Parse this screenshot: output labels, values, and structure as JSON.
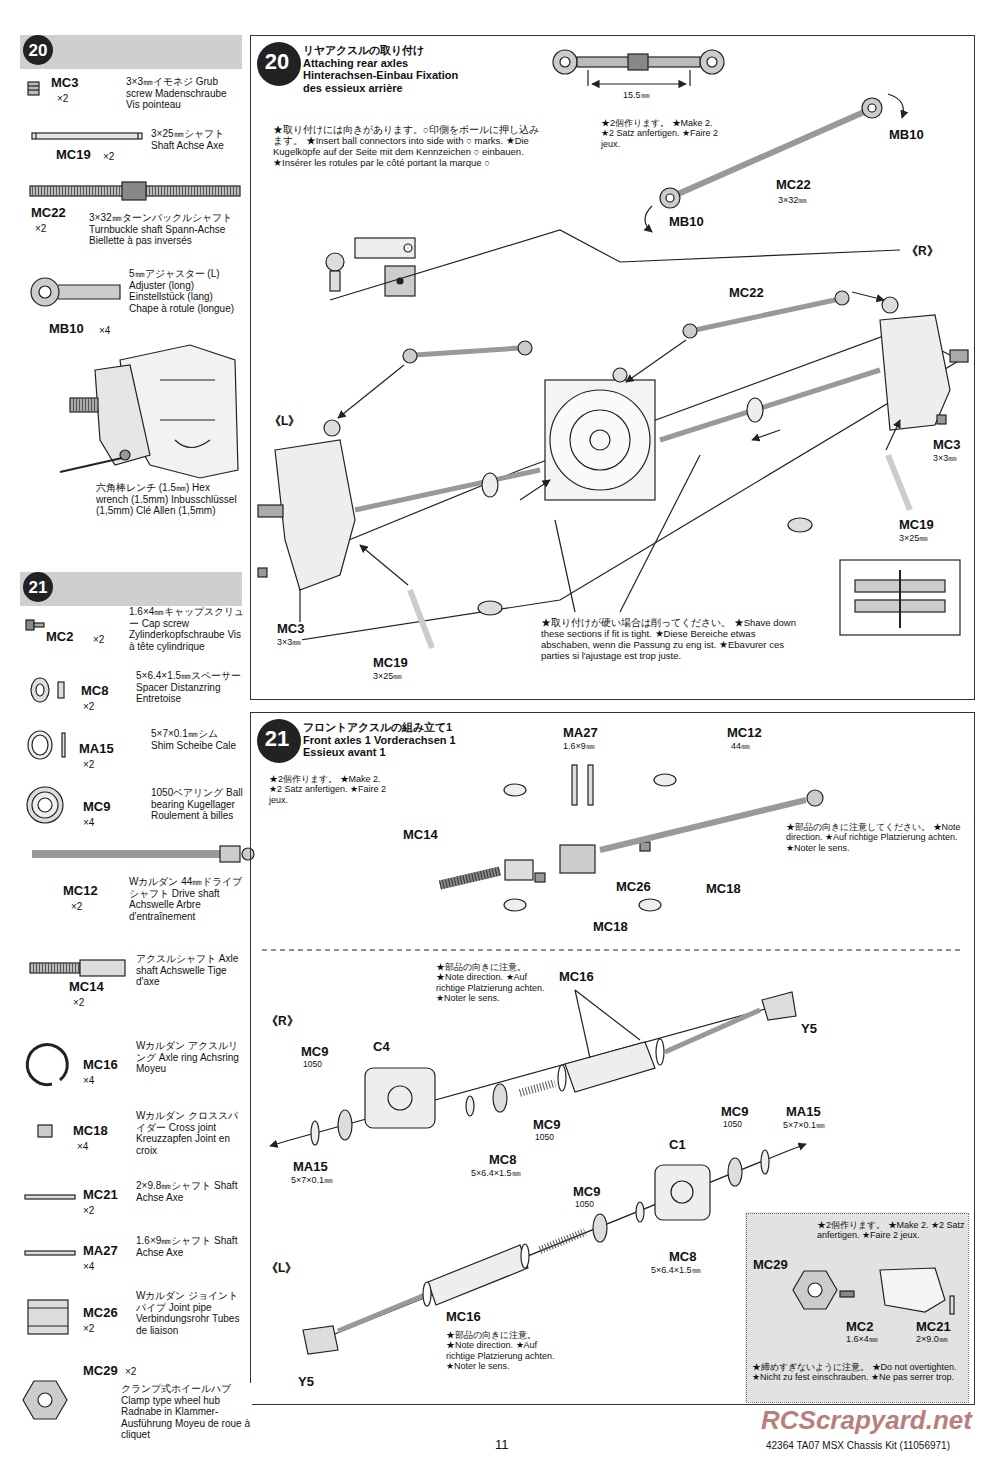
{
  "diagram": {
    "nodes": [
      {
        "text": [
          "20"
        ]
      },
      {
        "text": [
          "リヤアクスルの取り付け Attaching rear axles Hinterachsen-Einbau Fixation des essieux arrière"
        ]
      },
      {
        "text": [
          "20"
        ],
        "in": 1
      },
      {
        "text": [
          "21"
        ]
      },
      {
        "text": [
          "フロントアクスルの組み立て1 Front axles 1 Vorderachsen 1 Essieux avant 1"
        ]
      },
      {
        "text": [
          "21"
        ],
        "in": 4
      },
      {
        "text": [
          "★2個作ります。 ★Make 2. ★2 Satz anfertigen. ★Faire 2 jeux.",
          "★締めすぎないように注意。 ★Do not overtighten. ★Nicht zu fest einschrauben. ★Ne pas serrer trop."
        ],
        "in": 4
      }
    ],
    "labels": [
      "MC3",
      "×2",
      "3×3㎜イモネジ Grub screw Madenschraube Vis pointeau",
      "3×25㎜シャフト Shaft Achse Axe",
      "MC19",
      "×2",
      "MC22",
      "×2",
      "3×32㎜ターンバックルシャフト Turnbuckle shaft Spann-Achse Biellette à pas inversés",
      "5㎜アジャスター (L) Adjuster (long) Einstellstück (lang) Chape à rotule (longue)",
      "MB10",
      "×4",
      "六角棒レンチ (1.5㎜) Hex wrench (1.5mm) Inbusschlüssel (1,5mm) Clé Allen (1,5mm)",
      "1.6×4㎜キャップスクリュー Cap screw Zylinderkopfschraube Vis à tête cylindrique",
      "MC2",
      "×2",
      "5×6.4×1.5㎜スペーサー Spacer Distanzring Entretoise",
      "MC8",
      "×2",
      "5×7×0.1㎜シム Shim Scheibe Cale",
      "MA15",
      "×2",
      "1050ベアリング Ball bearing Kugellager Roulement à billes",
      "MC9",
      "×4",
      "Wカルダン 44㎜ドライブシャフト Drive shaft Achswelle Arbre d'entraînement",
      "MC12",
      "×2",
      "アクスルシャフト Axle shaft Achswelle Tige d'axe",
      "MC14",
      "×2",
      "Wカルダン アクスルリング Axle ring Achsring Moyeu",
      "MC16",
      "×4",
      "Wカルダン クロススパイダー Cross joint Kreuzzapfen Joint en croix",
      "MC18",
      "×4",
      "2×9.8㎜シャフト Shaft Achse Axe",
      "MC21",
      "×2",
      "1.6×9㎜シャフト Shaft Achse Axe",
      "MA27",
      "×4",
      "Wカルダン ジョイントパイプ Joint pipe Verbindungsrohr Tubes de liaison",
      "MC26",
      "×2",
      "MC29",
      "×2",
      "クランプ式ホイールハブ Clamp type wheel hub Radnabe in Klammer-Ausführung Moyeu de roue à cliquet",
      "★取り付けには向きがあります。○印側をボールに押し込みます。 ★Insert ball connectors into side with ○ marks. ★Die Kugelköpfe auf der Seite mit dem Kennzeichen ○ einbauen. ★Insérer les rotules par le côté portant la marque ○",
      "15.5㎜",
      "★2個作ります。 ★Make 2. ★2 Satz anfertigen. ★Faire 2 jeux.",
      "MB10",
      "MC22",
      "3×32㎜",
      "MB10",
      "《R》",
      "MC22",
      "《L》",
      "MC3",
      "3×3㎜",
      "MC19",
      "3×25㎜",
      "MC3",
      "3×3㎜",
      "MC19",
      "3×25㎜",
      "★取り付けが硬い場合は削ってください。 ★Shave down these sections if fit is tight. ★Diese Bereiche etwas abschaben, wenn die Passung zu eng ist. ★Ebavurer ces parties si l'ajustage est trop juste.",
      "MA27",
      "1.6×9㎜",
      "MC12",
      "44㎜",
      "★2個作ります。 ★Make 2. ★2 Satz anfertigen. ★Faire 2 jeux.",
      "★部品の向きに注意してください。 ★Note direction. ★Auf richtige Platzierung achten. ★Noter le sens.",
      "MC14",
      "MC26",
      "MC18",
      "MC18",
      "★部品の向きに注意。 ★Note direction. ★Auf richtige Platzierung achten. ★Noter le sens.",
      "MC16",
      "《R》",
      "Y5",
      "MC9",
      "1050",
      "C4",
      "MC9",
      "1050",
      "MC8",
      "5×6.4×1.5㎜",
      "MA15",
      "5×7×0.1㎜",
      "C1",
      "MC9",
      "1050",
      "MA15",
      "5×7×0.1㎜",
      "MC9",
      "1050",
      "MC8",
      "5×6.4×1.5㎜",
      "《L》",
      "MC16",
      "★部品の向きに注意。 ★Note direction. ★Auf richtige Platzierung achten. ★Noter le sens.",
      "Y5",
      "MC29",
      "MC2",
      "1.6×4㎜",
      "MC21",
      "2×9.0㎜",
      "11",
      "42364 TA07 MSX Chassis Kit (11056971)",
      "RCScrapyard.net"
    ]
  }
}
